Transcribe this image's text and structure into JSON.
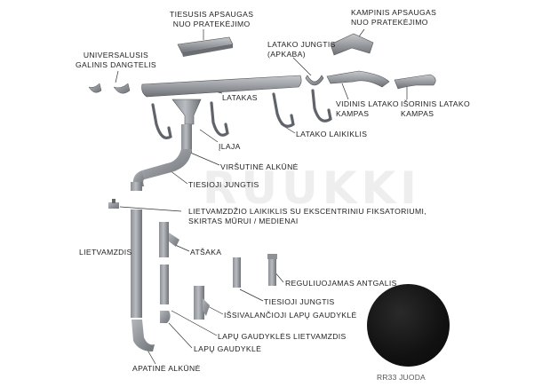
{
  "watermark": "RUUKKI",
  "labels": {
    "tiesusis_apsaugas": [
      "TIESUSIS APSAUGAS",
      "NUO PRATEKĖJIMO"
    ],
    "kampinis_apsaugas": [
      "KAMPINIS APSAUGAS",
      "NUO PRATEKĖJIMO"
    ],
    "universalusis": [
      "UNIVERSALUSIS",
      "GALINIS DANGTELIS"
    ],
    "latako_jungtis": [
      "LATAKO JUNGTIS",
      "(APKABA)"
    ],
    "latakas": "LATAKAS",
    "vidinis_kampas": [
      "VIDINIS LATAKO",
      "KAMPAS"
    ],
    "isorinis_kampas": [
      "IŠORINIS LATAKO",
      "KAMPAS"
    ],
    "ilaja": "ĮLAJA",
    "latako_laikiklis": "LATAKO LAIKIKLIS",
    "virsutine_alkune": "VIRŠUTINĖ ALKŪNĖ",
    "tiesioji_jungtis_top": "TIESIOJI JUNGTIS",
    "lietvamzdzio_laikiklis": [
      "LIETVAMZDŽIO LAIKIKLIS SU EKSCENTRINIU FIKSATORIUMI,",
      "SKIRTAS MŪRUI / MEDIENAI"
    ],
    "lietvamzdis": "LIETVAMZDIS",
    "atsaka": "ATŠAKA",
    "reguliuojamas": "REGULIUOJAMAS ANTGALIS",
    "tiesioji_jungtis_bottom": "TIESIOJI JUNGTIS",
    "issivalancioji": "IŠSIVALANČIOJI LAPŲ GAUDYKLĖ",
    "lapu_gaudykles_lietvamzdis": "LAPŲ GAUDYKLĖS LIETVAMZDIS",
    "lapu_gaudykle": "LAPŲ GAUDYKLĖ",
    "apatine_alkune": "APATINĖ ALKŪNĖ"
  },
  "swatch": {
    "label": "RR33 JUODA",
    "color": "#111111"
  }
}
